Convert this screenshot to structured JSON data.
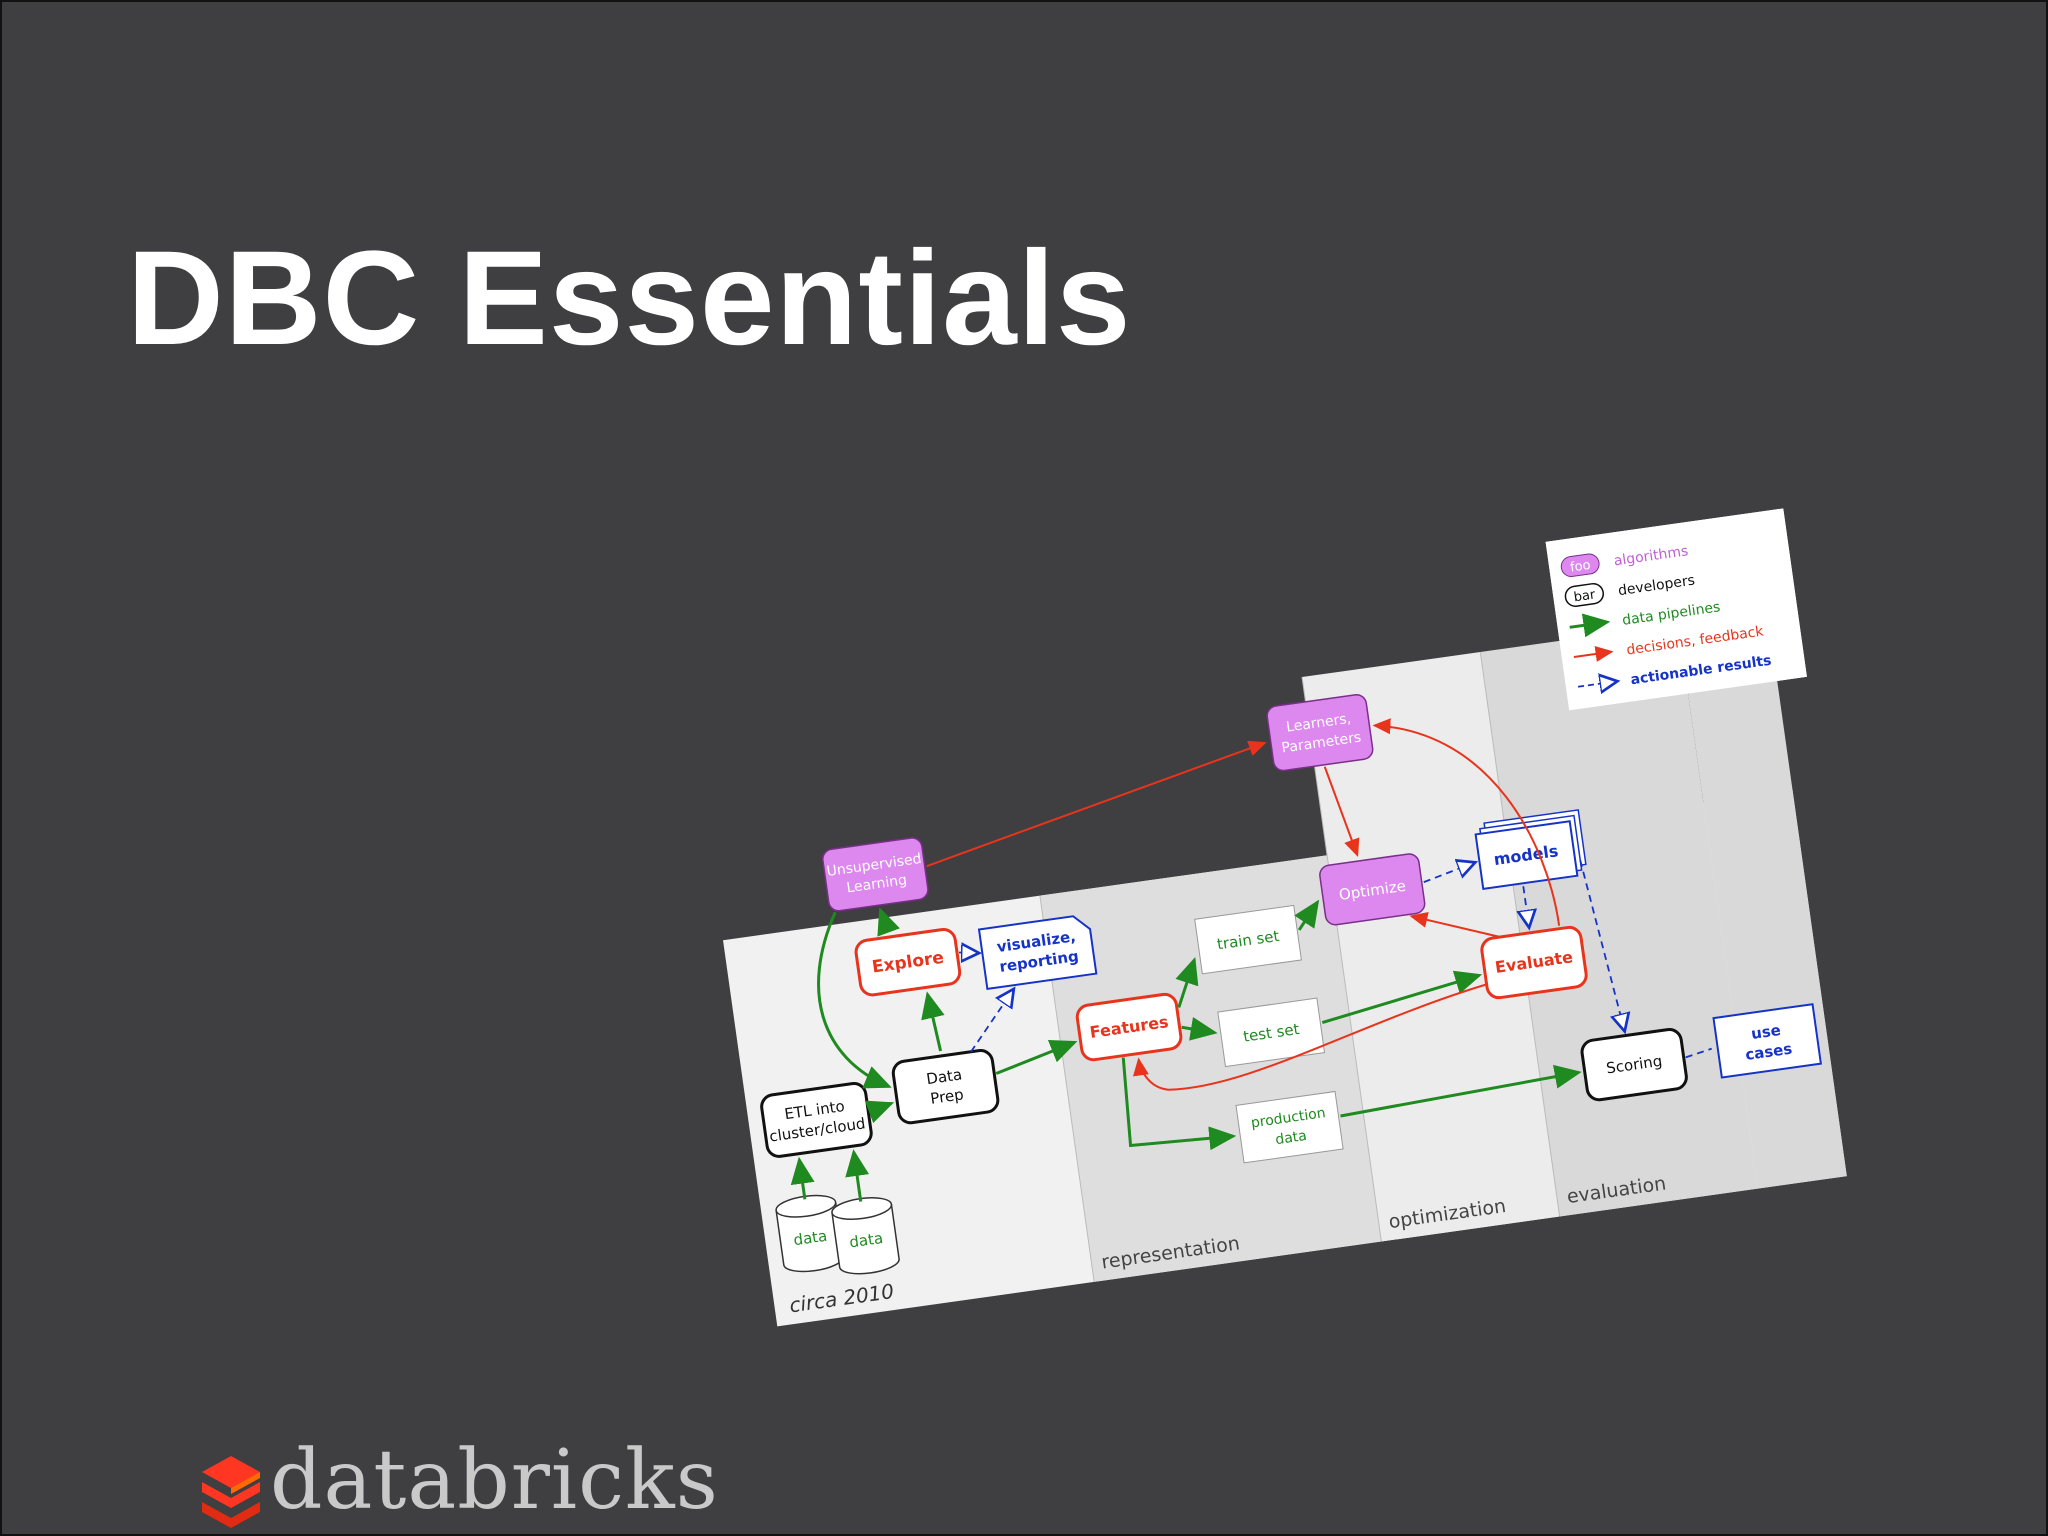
{
  "slide": {
    "title": "DBC Essentials",
    "logo_text": "databricks"
  },
  "diagram": {
    "sections": {
      "circa": "circa 2010",
      "representation": "representation",
      "optimization": "optimization",
      "evaluation": "evaluation"
    },
    "nodes": {
      "unsupervised_1": "Unsupervised",
      "unsupervised_2": "Learning",
      "explore": "Explore",
      "visualize_1": "visualize,",
      "visualize_2": "reporting",
      "etl_1": "ETL into",
      "etl_2": "cluster/cloud",
      "data_prep_1": "Data",
      "data_prep_2": "Prep",
      "data_a": "data",
      "data_b": "data",
      "features": "Features",
      "train_set": "train set",
      "test_set": "test set",
      "production_1": "production",
      "production_2": "data",
      "learners_1": "Learners,",
      "learners_2": "Parameters",
      "optimize": "Optimize",
      "models": "models",
      "evaluate": "Evaluate",
      "scoring": "Scoring",
      "use_cases_1": "use",
      "use_cases_2": "cases"
    },
    "legend": {
      "foo": "foo",
      "algorithms": "algorithms",
      "bar": "bar",
      "developers": "developers",
      "data_pipelines": "data pipelines",
      "decisions": "decisions, feedback",
      "actionable": "actionable results"
    },
    "colors": {
      "algorithm": "#dd88ee",
      "pipeline": "#1f8a1f",
      "decision": "#e8341c",
      "actionable": "#1633c8"
    }
  }
}
